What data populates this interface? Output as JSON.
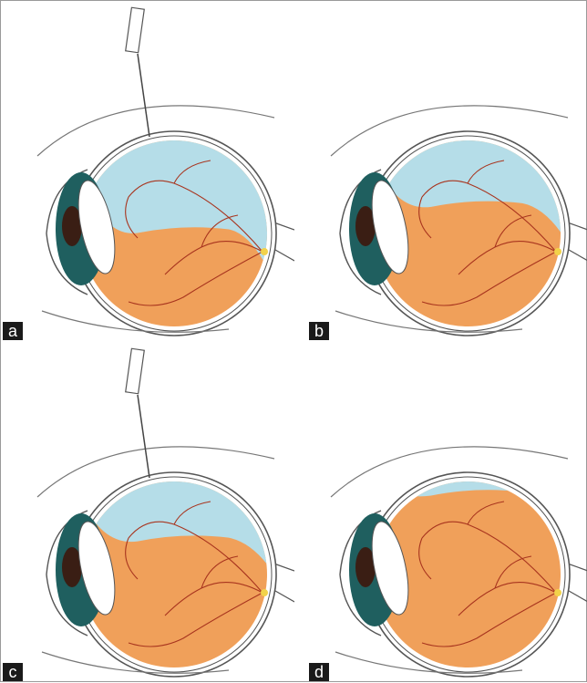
{
  "panels": [
    {
      "label": "a",
      "needle": true,
      "gas_fill": 0.3
    },
    {
      "label": "b",
      "needle": false,
      "gas_fill": 0.22
    },
    {
      "label": "c",
      "needle": true,
      "gas_fill": 0.2
    },
    {
      "label": "d",
      "needle": false,
      "gas_fill": 0.06
    }
  ],
  "colors": {
    "retina": "#f0a05a",
    "gas": "#b5dde8",
    "iris": "#1f5f5f",
    "pupil": "#3a1e14",
    "vessel": "#a8341e",
    "outline": "#555555",
    "label_bg": "#1a1a1a"
  },
  "icons": [
    "syringe-icon"
  ]
}
